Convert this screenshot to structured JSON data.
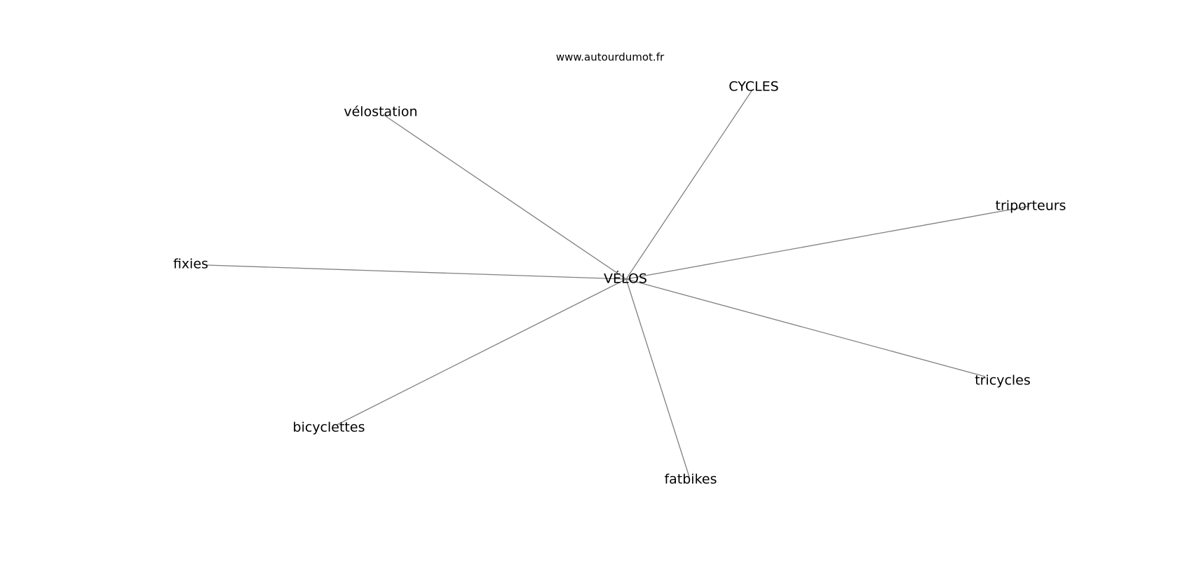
{
  "source": "www.autourdumot.fr",
  "center": {
    "id": "velos",
    "label": "VÉLOS"
  },
  "nodes": [
    {
      "id": "cycles",
      "label": "CYCLES"
    },
    {
      "id": "velostation",
      "label": "vélostation"
    },
    {
      "id": "triporteurs",
      "label": "triporteurs"
    },
    {
      "id": "fixies",
      "label": "fixies"
    },
    {
      "id": "tricycles",
      "label": "tricycles"
    },
    {
      "id": "bicyclettes",
      "label": "bicyclettes"
    },
    {
      "id": "fatbikes",
      "label": "fatbikes"
    }
  ],
  "edges": [
    {
      "from": "velos",
      "to": "cycles"
    },
    {
      "from": "velos",
      "to": "velostation"
    },
    {
      "from": "velos",
      "to": "triporteurs"
    },
    {
      "from": "velos",
      "to": "fixies"
    },
    {
      "from": "velos",
      "to": "tricycles"
    },
    {
      "from": "velos",
      "to": "bicyclettes"
    },
    {
      "from": "velos",
      "to": "fatbikes"
    }
  ],
  "colors": {
    "edge": "#808080",
    "text": "#000000",
    "background": "#ffffff"
  }
}
